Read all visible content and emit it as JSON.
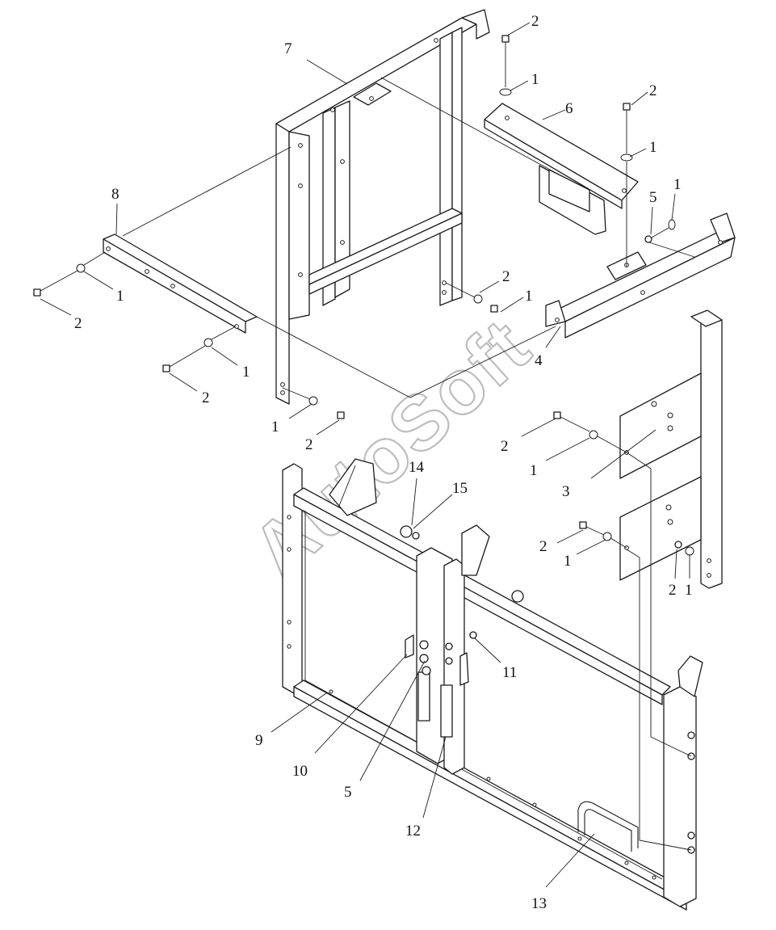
{
  "watermark": "AutoSoft",
  "callouts": [
    {
      "id": "c2a",
      "text": "2"
    },
    {
      "id": "c1a",
      "text": "1"
    },
    {
      "id": "c7",
      "text": "7"
    },
    {
      "id": "c6",
      "text": "6"
    },
    {
      "id": "c2b",
      "text": "2"
    },
    {
      "id": "c1b",
      "text": "1"
    },
    {
      "id": "c5a",
      "text": "5"
    },
    {
      "id": "c1c",
      "text": "1"
    },
    {
      "id": "c8",
      "text": "8"
    },
    {
      "id": "c1d",
      "text": "1"
    },
    {
      "id": "c2c",
      "text": "2"
    },
    {
      "id": "c2d",
      "text": "2"
    },
    {
      "id": "c1e",
      "text": "1"
    },
    {
      "id": "c4",
      "text": "4"
    },
    {
      "id": "c1f",
      "text": "1"
    },
    {
      "id": "c2e",
      "text": "2"
    },
    {
      "id": "c1g",
      "text": "1"
    },
    {
      "id": "c2f",
      "text": "2"
    },
    {
      "id": "c2g",
      "text": "2"
    },
    {
      "id": "c1h",
      "text": "1"
    },
    {
      "id": "c3",
      "text": "3"
    },
    {
      "id": "c14",
      "text": "14"
    },
    {
      "id": "c15",
      "text": "15"
    },
    {
      "id": "c2h",
      "text": "2"
    },
    {
      "id": "c1i",
      "text": "1"
    },
    {
      "id": "c2i",
      "text": "2"
    },
    {
      "id": "c1j",
      "text": "1"
    },
    {
      "id": "c11",
      "text": "11"
    },
    {
      "id": "c9",
      "text": "9"
    },
    {
      "id": "c10",
      "text": "10"
    },
    {
      "id": "c5b",
      "text": "5"
    },
    {
      "id": "c12",
      "text": "12"
    },
    {
      "id": "c13",
      "text": "13"
    }
  ]
}
